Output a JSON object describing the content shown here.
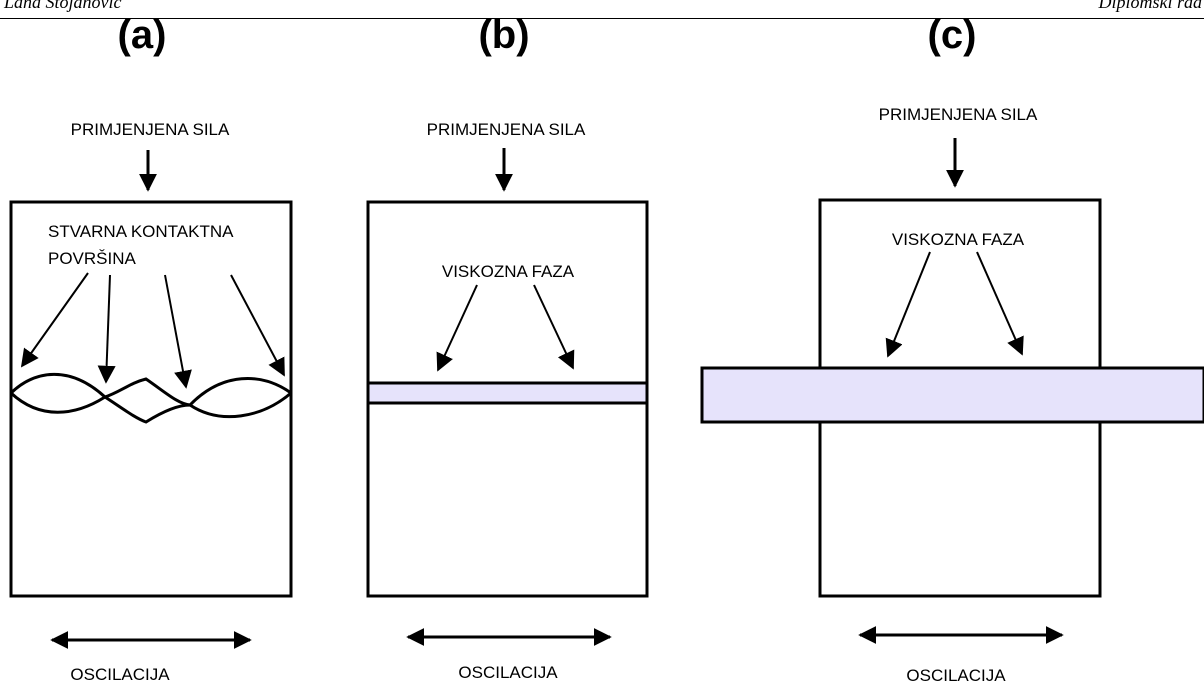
{
  "header": {
    "left_text": "Lana Stojanović",
    "right_text": "Diplomski rad"
  },
  "panels": [
    {
      "label": "(a)",
      "force_label": "PRIMJENJENA SILA",
      "contact_label_line1": "STVARNA KONTAKTNA",
      "contact_label_line2": "POVRŠINA",
      "oscillation_label": "OSCILACIJA"
    },
    {
      "label": "(b)",
      "force_label": "PRIMJENJENA SILA",
      "viscous_label": "VISKOZNA FAZA",
      "oscillation_label": "OSCILACIJA"
    },
    {
      "label": "(c)",
      "force_label": "PRIMJENJENA SILA",
      "viscous_label": "VISKOZNA FAZA",
      "oscillation_label": "OSCILACIJA"
    }
  ],
  "colors": {
    "viscous_phase_fill": "#e6e3fb",
    "stroke": "#000000"
  }
}
